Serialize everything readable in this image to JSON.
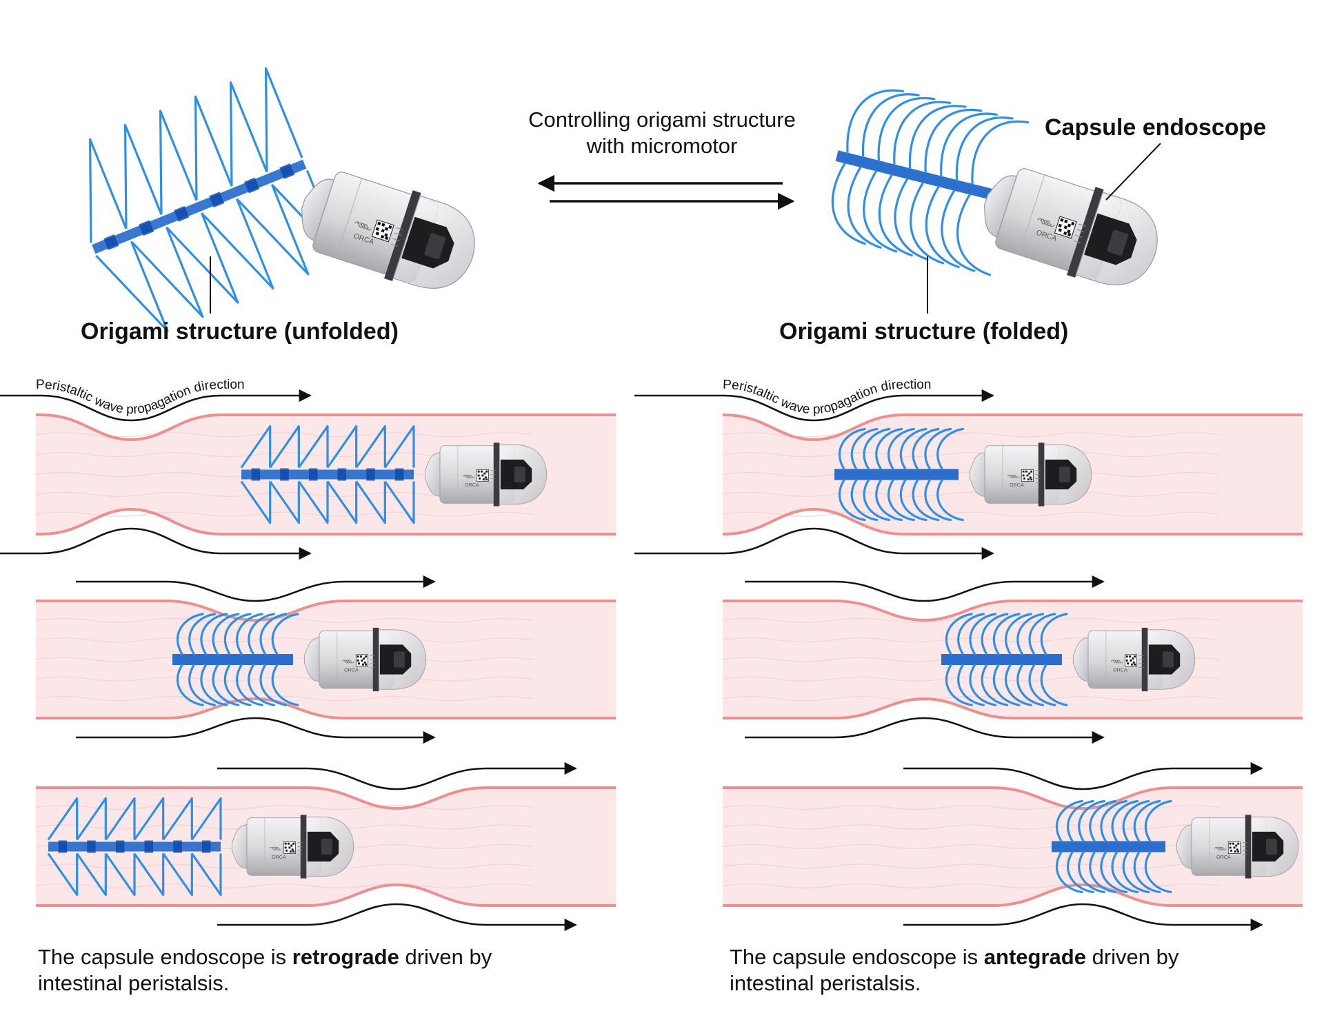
{
  "top": {
    "control_text_line1": "Controlling origami structure",
    "control_text_line2": "with micromotor",
    "capsule_label": "Capsule endoscope",
    "unfolded_label": "Origami structure (unfolded)",
    "folded_label": "Origami structure (folded)",
    "capsule_brand": "ORCA"
  },
  "panels": {
    "wave_label": "Peristaltic wave propagation direction"
  },
  "captions": {
    "left": {
      "pre": "The capsule endoscope is ",
      "bold": "retrograde",
      "post": " driven by",
      "line2": "intestinal peristalsis."
    },
    "right": {
      "pre": "The capsule endoscope is ",
      "bold": "antegrade",
      "post": " driven by",
      "line2": "intestinal peristalsis."
    }
  },
  "colors": {
    "origami_blue": "#2f8fe6",
    "origami_dark": "#1560c8",
    "intestine_wall": "#ee8f8f",
    "intestine_fill": "#fbe7e8",
    "capsule_body": "#dcdcde",
    "arrow": "#111111"
  }
}
